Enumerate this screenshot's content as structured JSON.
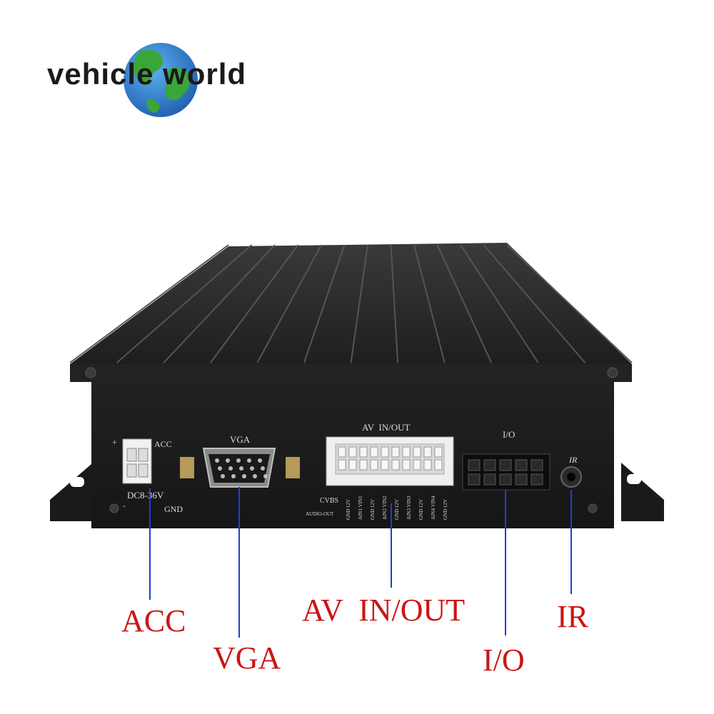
{
  "logo": {
    "text": "vehicle world"
  },
  "device": {
    "port_labels": {
      "acc": "ACC",
      "dc": "DC8-36V",
      "gnd": "GND",
      "plus": "+",
      "minus": "-",
      "vga": "VGA",
      "av": "AV  IN/OUT",
      "cvbs": "CVBS",
      "audio_out": "AUDIO-OUT",
      "io": "I/O",
      "ir": "IR"
    },
    "pin_labels": [
      "GND 12V",
      "AIN1 VIN1",
      "GND 12V",
      "AIN2 VIN2",
      "GND 12V",
      "AIN3 VIN3",
      "GND 12V",
      "AIN4 VIN4",
      "GND 12V"
    ]
  },
  "callouts": {
    "acc": "ACC",
    "vga": "VGA",
    "av_inout": "AV  IN/OUT",
    "io": "I/O",
    "ir": "IR"
  },
  "colors": {
    "callout": "#cc1414",
    "leader_line": "#1f3fd0",
    "device_body": "#1c1c1c",
    "globe_ocean": "#2a7fd6",
    "globe_land": "#3aa63a"
  }
}
